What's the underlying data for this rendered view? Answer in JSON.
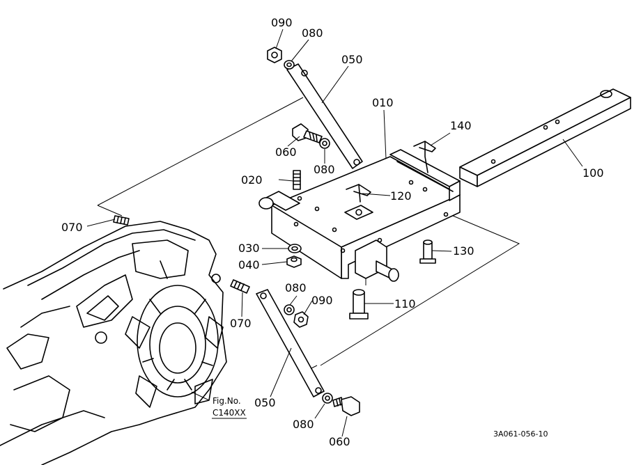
{
  "labels": {
    "p090_top": "090",
    "p080_top": "080",
    "p050_top": "050",
    "p010": "010",
    "p140": "140",
    "p060_top": "060",
    "p080_mid": "080",
    "p020": "020",
    "p120": "120",
    "p100": "100",
    "p070_left": "070",
    "p030": "030",
    "p040": "040",
    "p130": "130",
    "p080_low": "080",
    "p090_low": "090",
    "p110": "110",
    "p070_mid": "070",
    "p050_low": "050",
    "p080_bottom": "080",
    "p060_bottom": "060"
  },
  "fig_ref": {
    "line1": "Fig.No.",
    "line2": "C140XX"
  },
  "drawing_code": "3A061-056-10"
}
